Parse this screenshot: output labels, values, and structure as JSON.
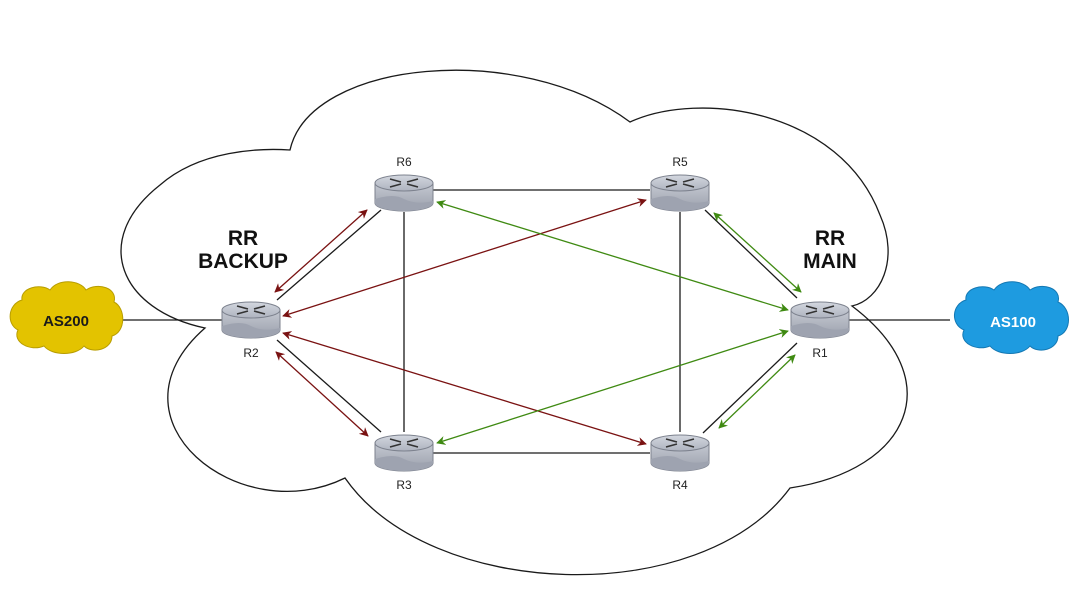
{
  "diagram": {
    "title": "BGP Route Reflector Topology",
    "colors": {
      "backup_session": "#7a1212",
      "main_session": "#3f8a12",
      "physical_link": "#1a1a1a",
      "as200_fill": "#e3c300",
      "as100_fill": "#1e9be0",
      "router_body": "#b9bec9"
    },
    "roles": {
      "rr_backup_line1": "RR",
      "rr_backup_line2": "BACKUP",
      "rr_main_line1": "RR",
      "rr_main_line2": "MAIN"
    },
    "external_as": {
      "as200": "AS200",
      "as100": "AS100"
    },
    "routers": [
      {
        "id": "R1",
        "label": "R1",
        "role": "RR MAIN"
      },
      {
        "id": "R2",
        "label": "R2",
        "role": "RR BACKUP"
      },
      {
        "id": "R3",
        "label": "R3",
        "role": "client"
      },
      {
        "id": "R4",
        "label": "R4",
        "role": "client"
      },
      {
        "id": "R5",
        "label": "R5",
        "role": "client"
      },
      {
        "id": "R6",
        "label": "R6",
        "role": "client"
      }
    ],
    "physical_links": [
      [
        "AS200",
        "R2"
      ],
      [
        "R1",
        "AS100"
      ],
      [
        "R2",
        "R6"
      ],
      [
        "R2",
        "R3"
      ],
      [
        "R6",
        "R5"
      ],
      [
        "R3",
        "R4"
      ],
      [
        "R6",
        "R3"
      ],
      [
        "R5",
        "R4"
      ],
      [
        "R5",
        "R1"
      ],
      [
        "R4",
        "R1"
      ]
    ],
    "ibgp_sessions_backup": [
      [
        "R2",
        "R6"
      ],
      [
        "R2",
        "R5"
      ],
      [
        "R2",
        "R4"
      ],
      [
        "R2",
        "R3"
      ]
    ],
    "ibgp_sessions_main": [
      [
        "R1",
        "R5"
      ],
      [
        "R1",
        "R6"
      ],
      [
        "R1",
        "R3"
      ],
      [
        "R1",
        "R4"
      ]
    ]
  }
}
